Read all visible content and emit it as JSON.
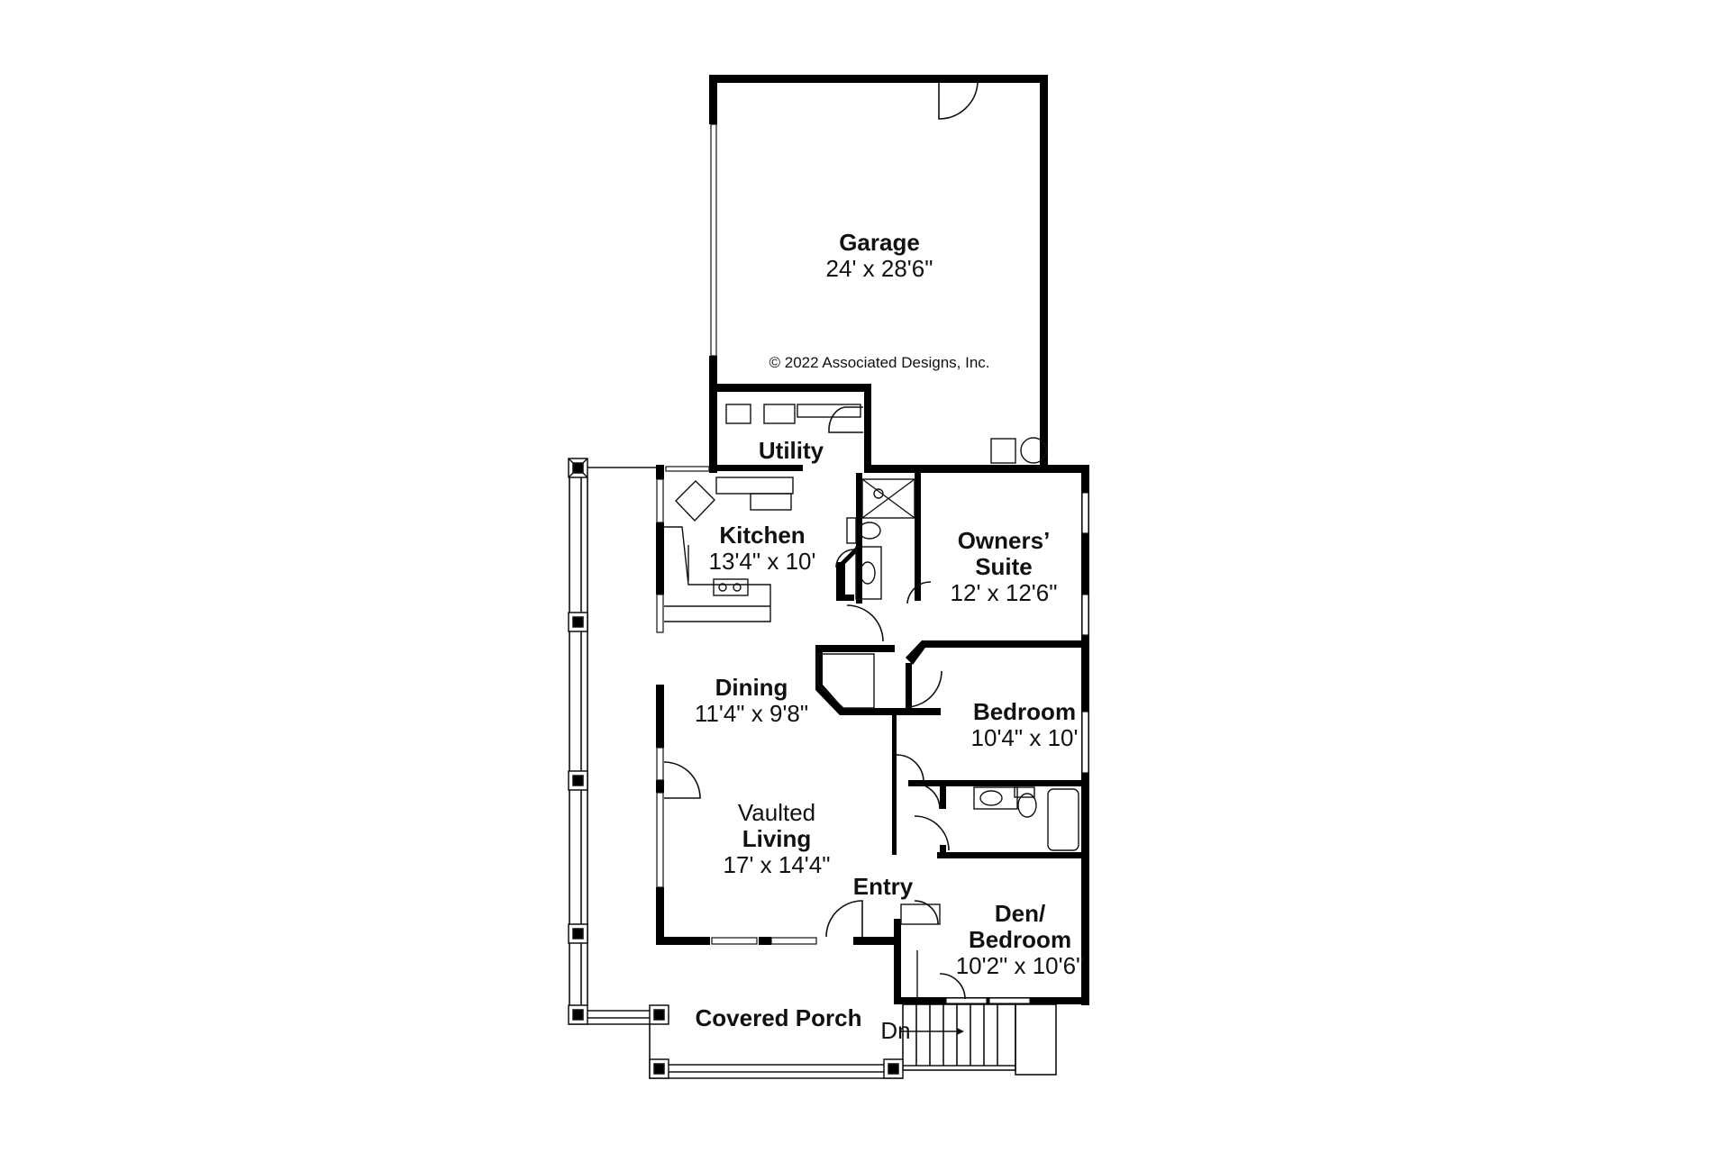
{
  "plan": {
    "copyright": "© 2022 Associated Designs, Inc.",
    "rooms": [
      {
        "id": "garage",
        "name": "Garage",
        "dims": "24' x 28'6\""
      },
      {
        "id": "utility",
        "name": "Utility",
        "dims": ""
      },
      {
        "id": "kitchen",
        "name": "Kitchen",
        "dims": "13'4\" x 10'"
      },
      {
        "id": "owners-suite",
        "name_line1": "Owners’",
        "name_line2": "Suite",
        "dims": "12' x 12'6\""
      },
      {
        "id": "dining",
        "name": "Dining",
        "dims": "11'4\" x 9'8\""
      },
      {
        "id": "bedroom",
        "name": "Bedroom",
        "dims": "10'4\" x 10'"
      },
      {
        "id": "living",
        "prefix": "Vaulted",
        "name": "Living",
        "dims": "17' x 14'4\""
      },
      {
        "id": "entry",
        "name": "Entry",
        "dims": ""
      },
      {
        "id": "den",
        "name_line1": "Den/",
        "name_line2": "Bedroom",
        "dims": "10'2\" x 10'6\""
      },
      {
        "id": "porch",
        "name": "Covered Porch",
        "dims": ""
      }
    ],
    "stair_label": "Dn",
    "colors": {
      "wall": "#000000",
      "line": "#111111",
      "background": "#ffffff"
    }
  }
}
